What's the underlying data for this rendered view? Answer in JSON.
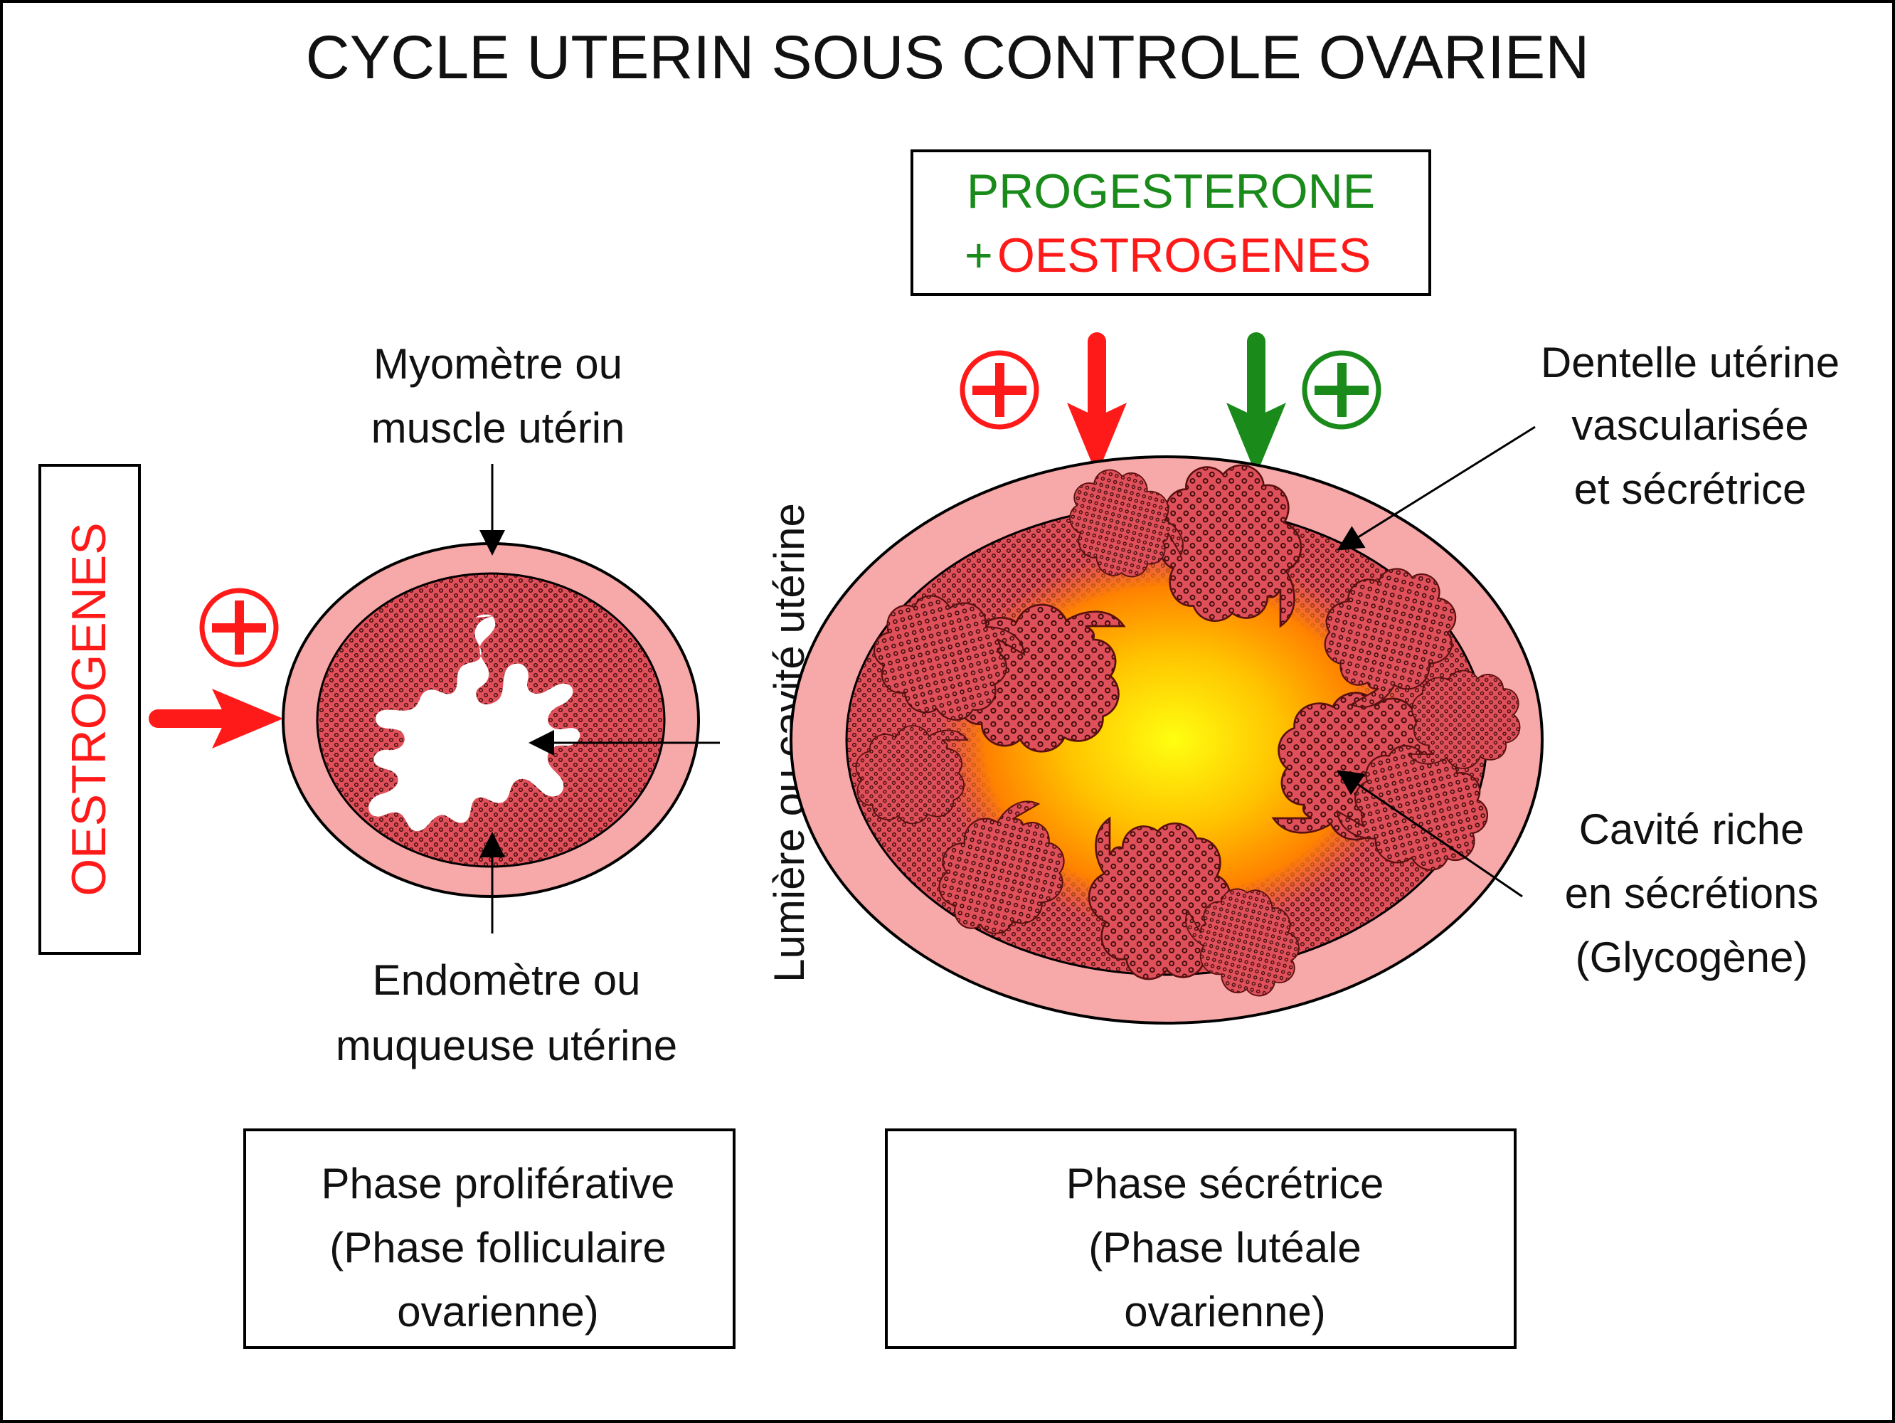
{
  "title": "CYCLE UTERIN SOUS CONTROLE OVARIEN",
  "hormones": {
    "oestrogenes_left": "OESTROGENES",
    "progesterone": "PROGESTERONE",
    "plus_sign": "+",
    "oestrogenes_right": "OESTROGENES"
  },
  "labels": {
    "myometre_line1": "Myomètre ou",
    "myometre_line2": "muscle utérin",
    "endometre_line1": "Endomètre ou",
    "endometre_line2": "muqueuse utérine",
    "lumiere": "Lumière ou cavité utérine",
    "dentelle_line1": "Dentelle utérine",
    "dentelle_line2": "vascularisée",
    "dentelle_line3": "et sécrétrice",
    "cavite_line1": "Cavité riche",
    "cavite_line2": "en sécrétions",
    "cavite_line3": "(Glycogène)"
  },
  "phases": {
    "proliferative_line1": "Phase proliférative",
    "proliferative_line2": "(Phase folliculaire",
    "proliferative_line3": "ovarienne)",
    "secretory_line1": "Phase sécrétrice",
    "secretory_line2": "(Phase lutéale",
    "secretory_line3": "ovarienne)"
  },
  "colors": {
    "oestrogen_red": "#ff1a1a",
    "progesterone_green": "#1a8a1a",
    "myometrium_pink": "#f7a8a8",
    "endometrium_red": "#e0505a",
    "secretion_yellow": "#ffee00",
    "secretion_orange": "#ff8a00"
  }
}
